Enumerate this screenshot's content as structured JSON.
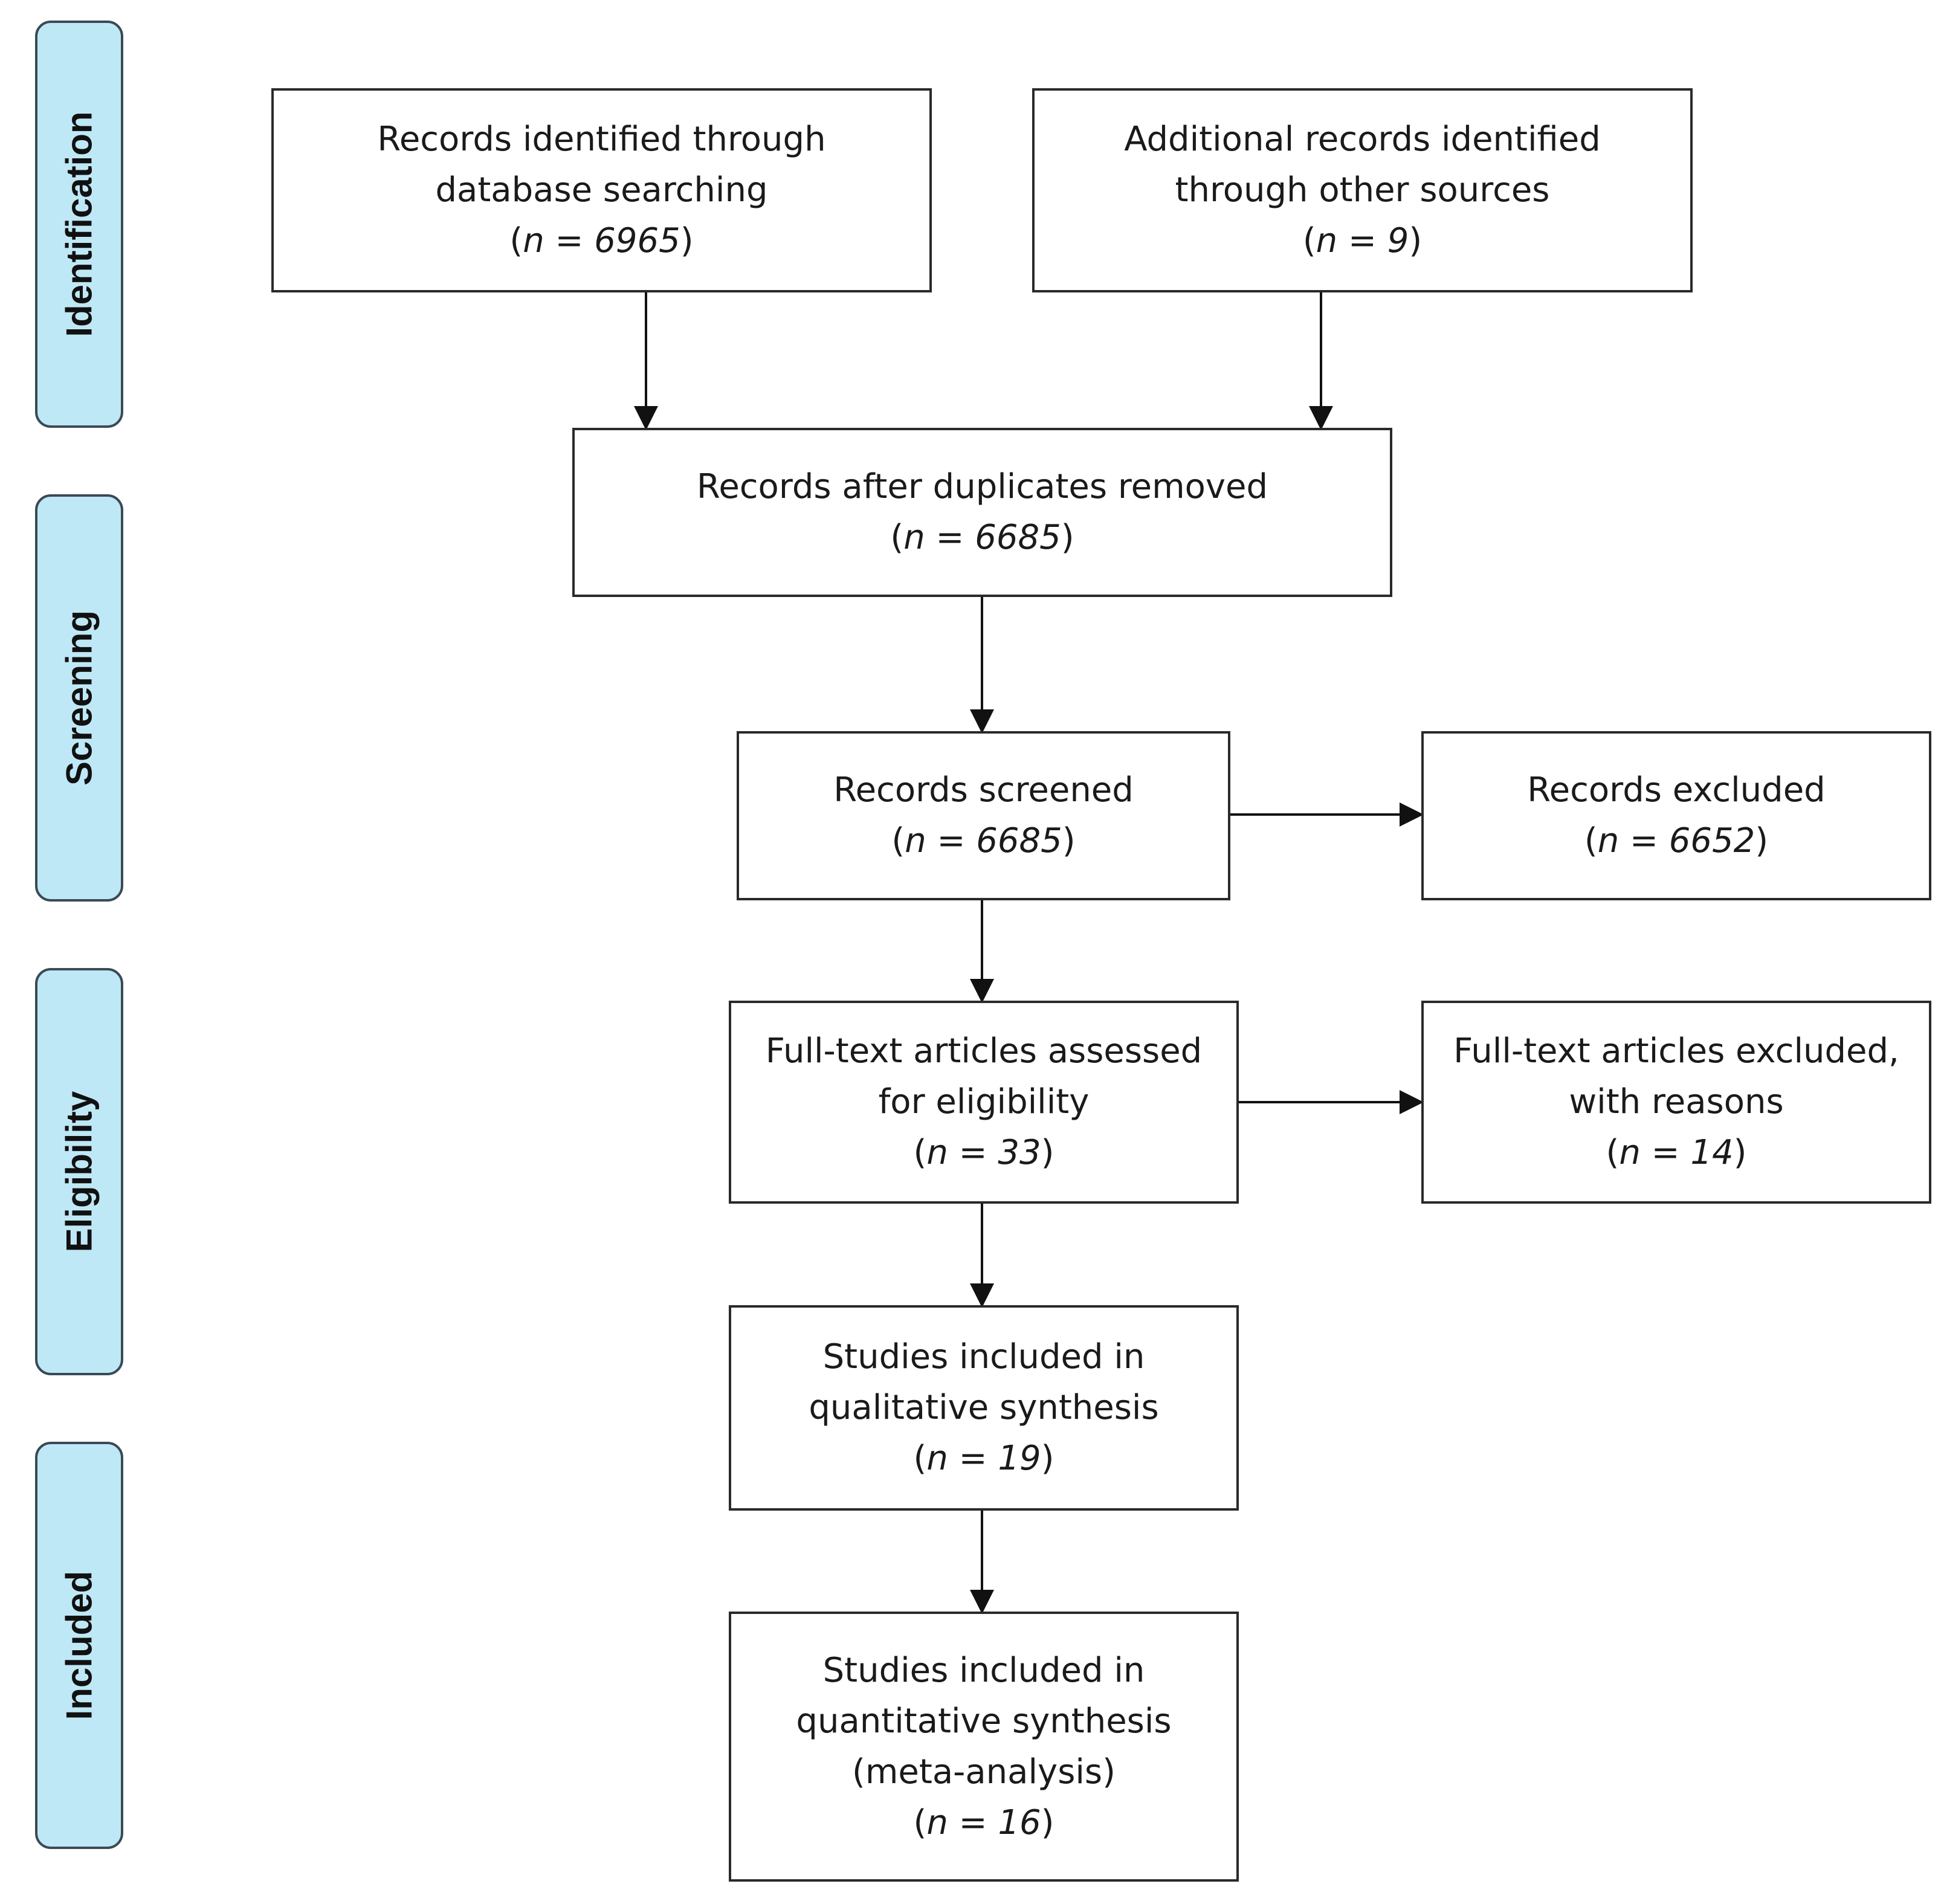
{
  "phases": {
    "identification": "Identification",
    "screening": "Screening",
    "eligibility": "Eligibility",
    "included": "Included"
  },
  "boxes": {
    "database_search": {
      "lines": [
        "Records identified through",
        "database searching"
      ],
      "n_prefix": "n = ",
      "n_value": "6965"
    },
    "other_sources": {
      "lines": [
        "Additional records identified",
        "through other sources"
      ],
      "n_prefix": "n = ",
      "n_value": "9"
    },
    "after_duplicates": {
      "lines": [
        "Records after duplicates removed"
      ],
      "n_prefix": "n = ",
      "n_value": "6685"
    },
    "screened": {
      "lines": [
        "Records screened"
      ],
      "n_prefix": "n = ",
      "n_value": "6685"
    },
    "excluded": {
      "lines": [
        "Records excluded"
      ],
      "n_prefix": "n = ",
      "n_value": "6652"
    },
    "full_text_assessed": {
      "lines": [
        "Full-text articles assessed",
        "for eligibility"
      ],
      "n_prefix": "n = ",
      "n_value": "33"
    },
    "full_text_excluded": {
      "lines": [
        "Full-text articles excluded,",
        "with reasons"
      ],
      "n_prefix": "n = ",
      "n_value": "14"
    },
    "qualitative": {
      "lines": [
        "Studies included in",
        "qualitative synthesis"
      ],
      "n_prefix": "n = ",
      "n_value": "19"
    },
    "quantitative": {
      "lines": [
        "Studies included in",
        "quantitative synthesis",
        "(meta-analysis)"
      ],
      "n_prefix": "n = ",
      "n_value": "16"
    }
  },
  "colors": {
    "phase_fill": "#bfe8f6",
    "phase_border": "#3a4a55",
    "box_border": "#2a2a2a",
    "arrow": "#111111"
  }
}
